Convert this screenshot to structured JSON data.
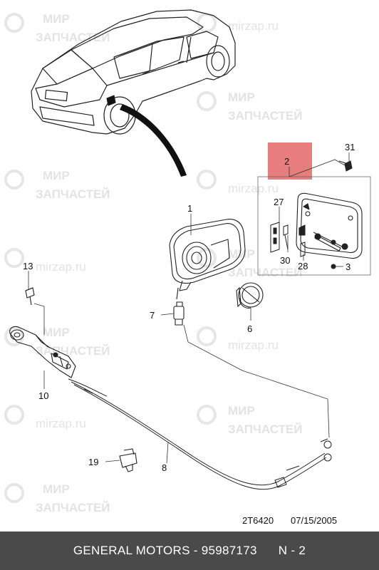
{
  "watermark": {
    "line1": "МИР",
    "line2": "ЗАПЧАСТЕЙ",
    "site": "mirzap.ru"
  },
  "diagram": {
    "callouts": {
      "c1": "1",
      "c2": "2",
      "c3": "3",
      "c6": "6",
      "c7": "7",
      "c8": "8",
      "c10": "10",
      "c13": "13",
      "c19": "19",
      "c27": "27",
      "c28": "28",
      "c30": "30",
      "c31": "31"
    },
    "highlight_color": "#e87d7d",
    "drawing_code": "2T6420",
    "drawing_date": "07/15/2005"
  },
  "footer": {
    "brand_part": "GENERAL MOTORS - 95987173",
    "page": "N - 2"
  }
}
